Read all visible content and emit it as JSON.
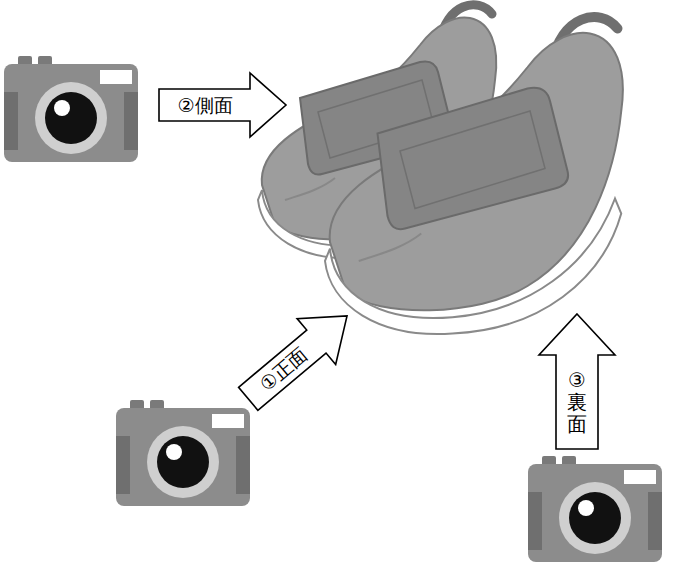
{
  "diagram": {
    "nodes": [
      {
        "text": [
          "②側面"
        ]
      },
      {
        "text": [
          "①正面"
        ]
      },
      {
        "text": [
          "③裏面"
        ]
      }
    ]
  }
}
